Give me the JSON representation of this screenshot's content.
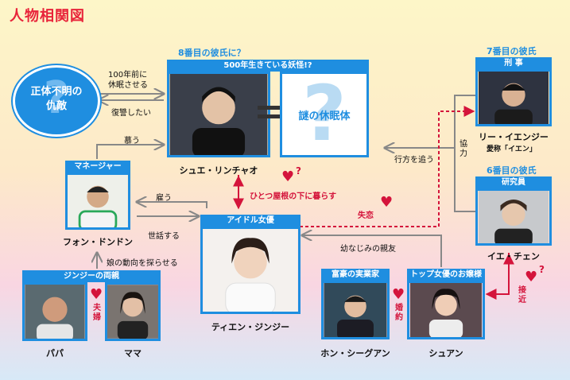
{
  "title": "人物相関図",
  "nodes": {
    "enemy": {
      "label": "正体不明の仇敵",
      "mark": "?"
    },
    "xue": {
      "top_title": "8番目の彼氏に？",
      "header": "500年生きている妖怪!?",
      "name": "シュエ・リンチャオ"
    },
    "mystery": {
      "label": "謎の休眠体",
      "mark": "?"
    },
    "li": {
      "top_title": "7番目の彼氏",
      "header": "刑 事",
      "name": "リー・イエンジー",
      "alias": "愛称「イエン」"
    },
    "ye": {
      "top_title": "6番目の彼氏",
      "header": "研究員",
      "name": "イエ・チェン"
    },
    "feng": {
      "header": "マネージャー",
      "name": "フォン・ドンドン"
    },
    "tian": {
      "header": "アイドル女優",
      "name": "ティエン・ジンジー"
    },
    "parents": {
      "header": "ジンジーの両親",
      "papa": "パパ",
      "mama": "ママ",
      "relation": "夫婦"
    },
    "hong": {
      "header": "富豪の実業家",
      "name": "ホン・シーグアン"
    },
    "shuan": {
      "header": "トップ女優のお嬢様",
      "name": "シュアン"
    }
  },
  "relations": {
    "enemy_to_xue": "100年前に休眠させる",
    "xue_to_enemy": "復讐したい",
    "feng_to_xue": "慕う",
    "li_to_mystery": "行方を追う",
    "li_ye": "協力",
    "xue_tian": "ひとつ屋根の下に暮らす",
    "tian_li": "失恋",
    "tian_feng_employ": "雇う",
    "feng_tian_care": "世話する",
    "parents_feng": "娘の動向を探らせる",
    "tian_shuan": "幼なじみの親友",
    "hong_shuan": "婚約",
    "ye_shuan": "接近"
  },
  "colors": {
    "accent_blue": "#1f8ee0",
    "love_red": "#d4143b",
    "title_red": "#e8243a"
  }
}
